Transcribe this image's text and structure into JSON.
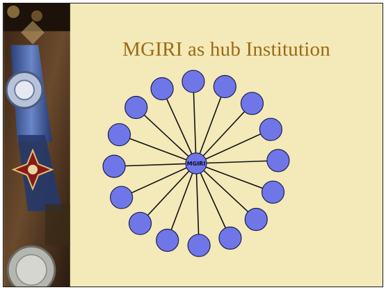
{
  "slide": {
    "title": "MGIRI as hub Institution",
    "background_color": "#f3e9b9",
    "title_color": "#9b6a12"
  },
  "diagram": {
    "type": "hub-and-spoke",
    "hub_label": "MGIRI",
    "spoke_count": 16,
    "node_color": "#6f77e8"
  }
}
